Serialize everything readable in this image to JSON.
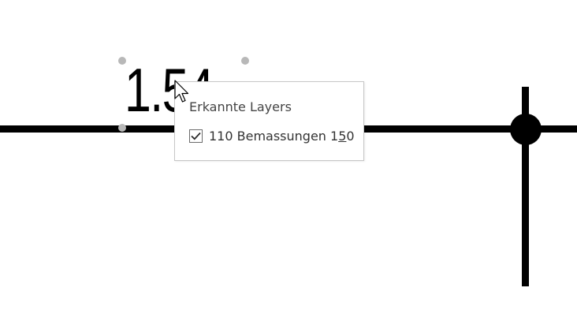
{
  "drawing": {
    "dimension_text": "1.54",
    "line_color": "#000000",
    "handle_color": "#b8b8b8"
  },
  "layers_popup": {
    "title": "Erkannte Layers",
    "items": [
      {
        "label_before": "110 Bemassungen 1",
        "label_accel": "5",
        "label_after": "0",
        "checked": true
      }
    ]
  },
  "cursor": {
    "icon": "arrow-pointer-icon"
  }
}
